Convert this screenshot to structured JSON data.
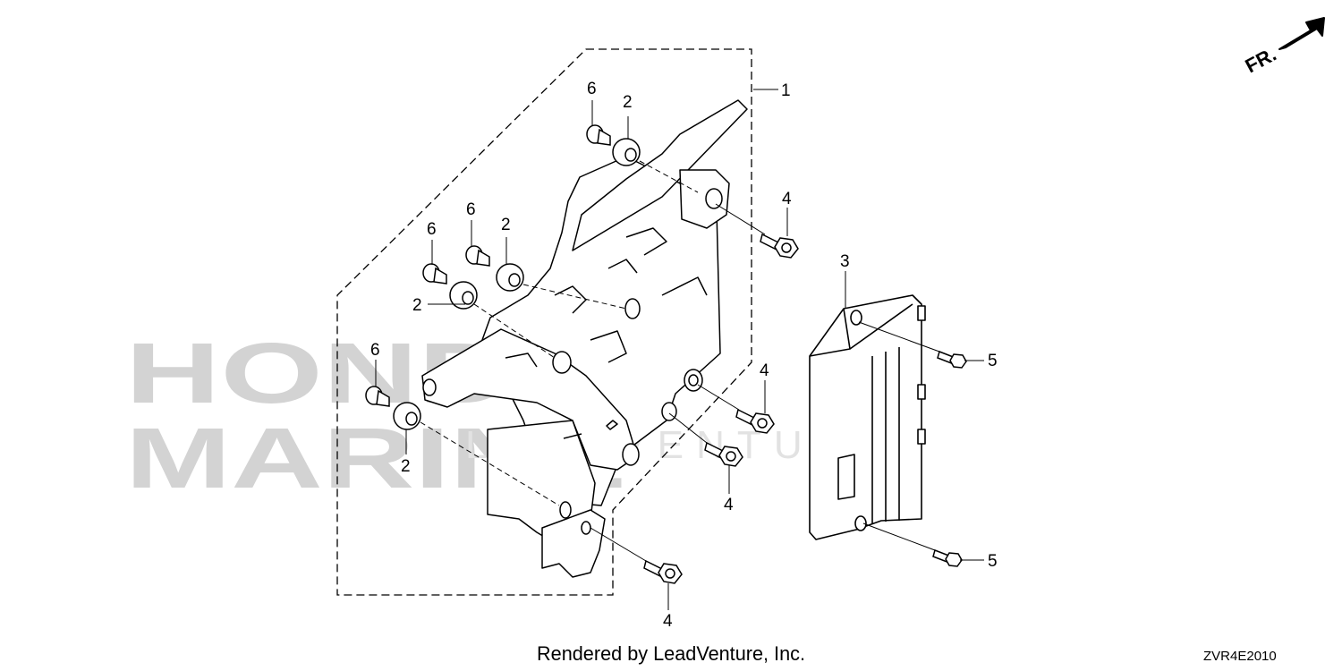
{
  "watermark": {
    "line1": "HONDA",
    "line2": "MARINE",
    "line3": "LEADVENTURE"
  },
  "direction_badge": {
    "label": "FR."
  },
  "callouts": [
    {
      "id": "c1",
      "part": "1"
    },
    {
      "id": "c2a",
      "part": "2"
    },
    {
      "id": "c2b",
      "part": "2"
    },
    {
      "id": "c2c",
      "part": "2"
    },
    {
      "id": "c2d",
      "part": "2"
    },
    {
      "id": "c3",
      "part": "3"
    },
    {
      "id": "c4a",
      "part": "4"
    },
    {
      "id": "c4b",
      "part": "4"
    },
    {
      "id": "c4c",
      "part": "4"
    },
    {
      "id": "c4d",
      "part": "4"
    },
    {
      "id": "c5a",
      "part": "5"
    },
    {
      "id": "c5b",
      "part": "5"
    },
    {
      "id": "c6a",
      "part": "6"
    },
    {
      "id": "c6b",
      "part": "6"
    },
    {
      "id": "c6c",
      "part": "6"
    }
  ],
  "footer": {
    "credit": "Rendered by LeadVenture, Inc.",
    "diagram_code": "ZVR4E2010"
  }
}
